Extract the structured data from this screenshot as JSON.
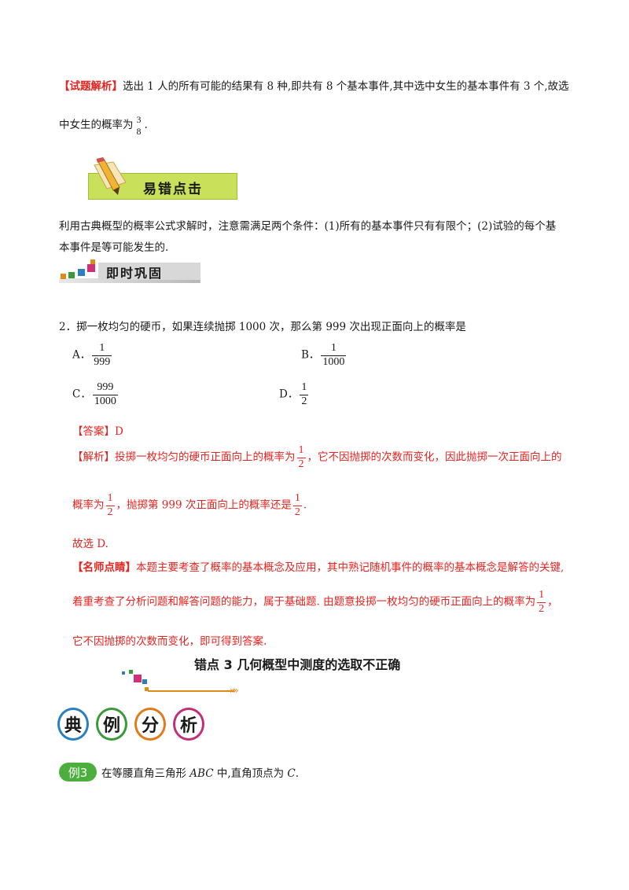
{
  "trial_analysis": {
    "tag": "【试题解析】",
    "line1": "选出 1 人的所有可能的结果有 8 种,即共有 8 个基本事件,其中选中女生的基本事件有 3 个,故选",
    "line2_pre": "中女生的概率为",
    "frac_num": "3",
    "frac_den": "8",
    "line2_post": "."
  },
  "banner_error": {
    "label": "易错点击"
  },
  "error_note": {
    "line1": "利用古典概型的概率公式求解时，注意需满足两个条件：(1)所有的基本事件只有有限个；(2)试验的每个基",
    "line2": "本事件是等可能发生的."
  },
  "banner_consolidate": {
    "label": "即时巩固"
  },
  "question": {
    "stem": "2．掷一枚均匀的硬币，如果连续抛掷 1000 次，那么第 999 次出现正面向上的概率是",
    "options": [
      {
        "letter": "A．",
        "num": "1",
        "den": "999"
      },
      {
        "letter": "B．",
        "num": "1",
        "den": "1000"
      },
      {
        "letter": "C．",
        "num": "999",
        "den": "1000"
      },
      {
        "letter": "D．",
        "num": "1",
        "den": "2"
      }
    ]
  },
  "answer": {
    "tag": "【答案】",
    "value": "D"
  },
  "analysis": {
    "tag": "【解析】",
    "line1_pre": "投掷一枚均匀的硬币正面向上的概率为",
    "line1_post": "，它不因抛掷的次数而变化，因此抛掷一次正面向上的",
    "line2_pre": "概率为",
    "line2_mid": "，抛掷第 999 次正面向上的概率还是",
    "line2_post": ".",
    "half_num": "1",
    "half_den": "2",
    "conclusion": "故选 D."
  },
  "teacher_note": {
    "tag": "【名师点睛】",
    "line1": "本题主要考查了概率的基本概念及应用，其中熟记随机事件的概率的基本概念是解答的关键,",
    "line2_pre": "着重考查了分析问题和解答问题的能力，属于基础题. 由题意投掷一枚均匀的硬币正面向上的概率为",
    "line2_post": "，",
    "line3": "它不因抛掷的次数而变化，即可得到答案."
  },
  "section_title": "错点 3  几何概型中测度的选取不正确",
  "example_section": {
    "chars": [
      "典",
      "例",
      "分",
      "析"
    ],
    "colors": [
      "#2a7fc0",
      "#3a9a3a",
      "#e07a1a",
      "#c0307a"
    ]
  },
  "example": {
    "badge": "例3",
    "text_pre": "在等腰直角三角形 ",
    "text_abc": "ABC",
    "text_mid": " 中,直角顶点为 ",
    "text_c": "C",
    "text_post": "."
  },
  "colors": {
    "accent_red": "#e8231f",
    "banner_green": "#c8e05a",
    "badge_green": "#4caf3d"
  }
}
